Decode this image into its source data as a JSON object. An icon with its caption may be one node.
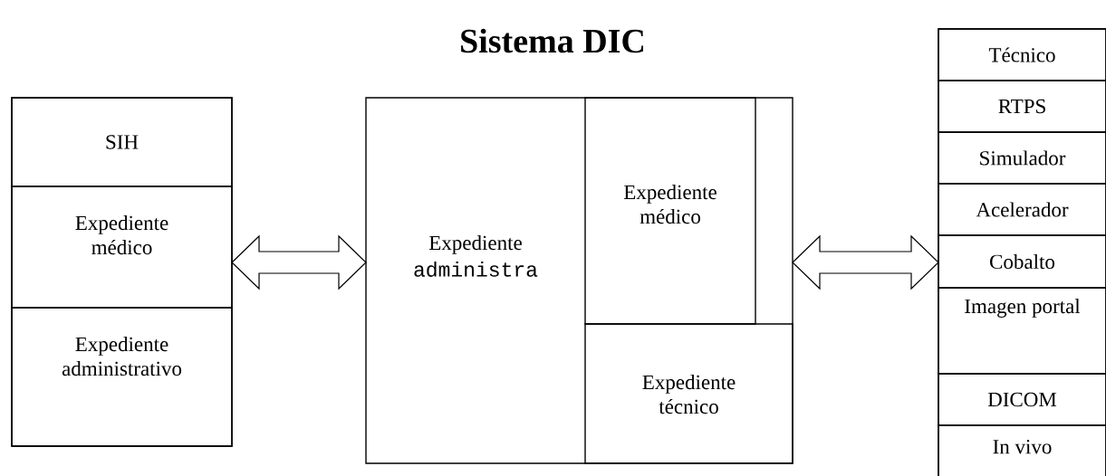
{
  "diagram": {
    "title": "Sistema DIC",
    "nodes": [
      {
        "text": [],
        "shape": "box"
      },
      {
        "text": [
          "SIH"
        ],
        "in": 0
      },
      {
        "text": [
          "Expediente médico"
        ],
        "in": 0
      },
      {
        "text": [
          "Expediente administrativo"
        ],
        "in": 0
      },
      {
        "text": [
          "Expediente",
          "administra"
        ]
      },
      {
        "text": [
          "Expediente médico"
        ],
        "in": 4
      },
      {
        "text": [
          "Expediente técnico"
        ],
        "in": 4
      },
      {
        "text": [],
        "shape": "box"
      },
      {
        "text": [
          "Técnico"
        ],
        "in": 7
      },
      {
        "text": [
          "RTPS"
        ],
        "in": 7
      },
      {
        "text": [
          "Simulador"
        ],
        "in": 7
      },
      {
        "text": [
          "Acelerador"
        ],
        "in": 7
      },
      {
        "text": [
          "Cobalto"
        ],
        "in": 7
      },
      {
        "text": [
          "Imagen portal"
        ],
        "in": 7
      },
      {
        "text": [
          "DICOM"
        ],
        "in": 7
      },
      {
        "text": [
          "In vivo"
        ],
        "in": 7
      }
    ],
    "edges": [
      {
        "from": 0,
        "to": 4,
        "arrow": "both"
      },
      {
        "from": 4,
        "to": 7,
        "arrow": "both"
      }
    ]
  }
}
